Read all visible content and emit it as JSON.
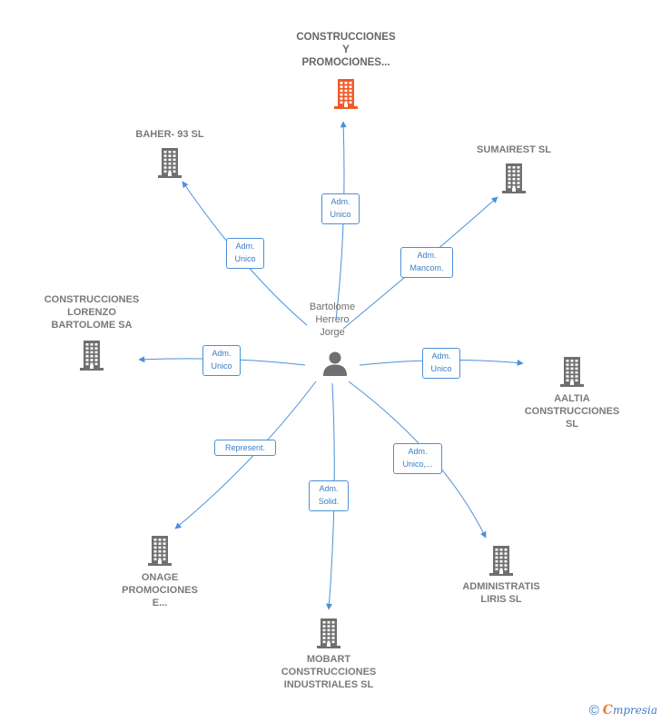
{
  "center": {
    "name": "Bartolome\nHerrero\nJorge",
    "icon": "person-icon"
  },
  "nodes": [
    {
      "id": "construcciones-y-promociones",
      "label": "CONSTRUCCIONES\nY\nPROMOCIONES...",
      "icon": "building-icon",
      "highlight": true
    },
    {
      "id": "baher-93",
      "label": "BAHER- 93 SL",
      "icon": "building-icon"
    },
    {
      "id": "sumairest",
      "label": "SUMAIREST SL",
      "icon": "building-icon"
    },
    {
      "id": "construcciones-lorenzo",
      "label": "CONSTRUCCIONES\nLORENZO\nBARTOLOME SA",
      "icon": "building-icon"
    },
    {
      "id": "aaltia",
      "label": "AALTIA\nCONSTRUCCIONES\nSL",
      "icon": "building-icon"
    },
    {
      "id": "onage",
      "label": "ONAGE\nPROMOCIONES\nE...",
      "icon": "building-icon"
    },
    {
      "id": "administratis-liris",
      "label": "ADMINISTRATIS\nLIRIS  SL",
      "icon": "building-icon"
    },
    {
      "id": "mobart",
      "label": "MOBART\nCONSTRUCCIONES\nINDUSTRIALES SL",
      "icon": "building-icon"
    }
  ],
  "edges": [
    {
      "to": "construcciones-y-promociones",
      "label": "Adm.\nUnico"
    },
    {
      "to": "baher-93",
      "label": "Adm.\nUnico"
    },
    {
      "to": "sumairest",
      "label": "Adm.\nMancom."
    },
    {
      "to": "construcciones-lorenzo",
      "label": "Adm.\nUnico"
    },
    {
      "to": "aaltia",
      "label": "Adm.\nUnico"
    },
    {
      "to": "onage",
      "label": "Represent."
    },
    {
      "to": "administratis-liris",
      "label": "Adm.\nUnico,..."
    },
    {
      "to": "mobart",
      "label": "Adm.\nSolid."
    }
  ],
  "colors": {
    "edge": "#4a90d9",
    "building": "#6f6f6f",
    "highlight": "#f05a28",
    "person": "#6f6f6f"
  },
  "footer": {
    "copyright_symbol": "©",
    "brand_first": "C",
    "brand_rest": "mpresia"
  }
}
